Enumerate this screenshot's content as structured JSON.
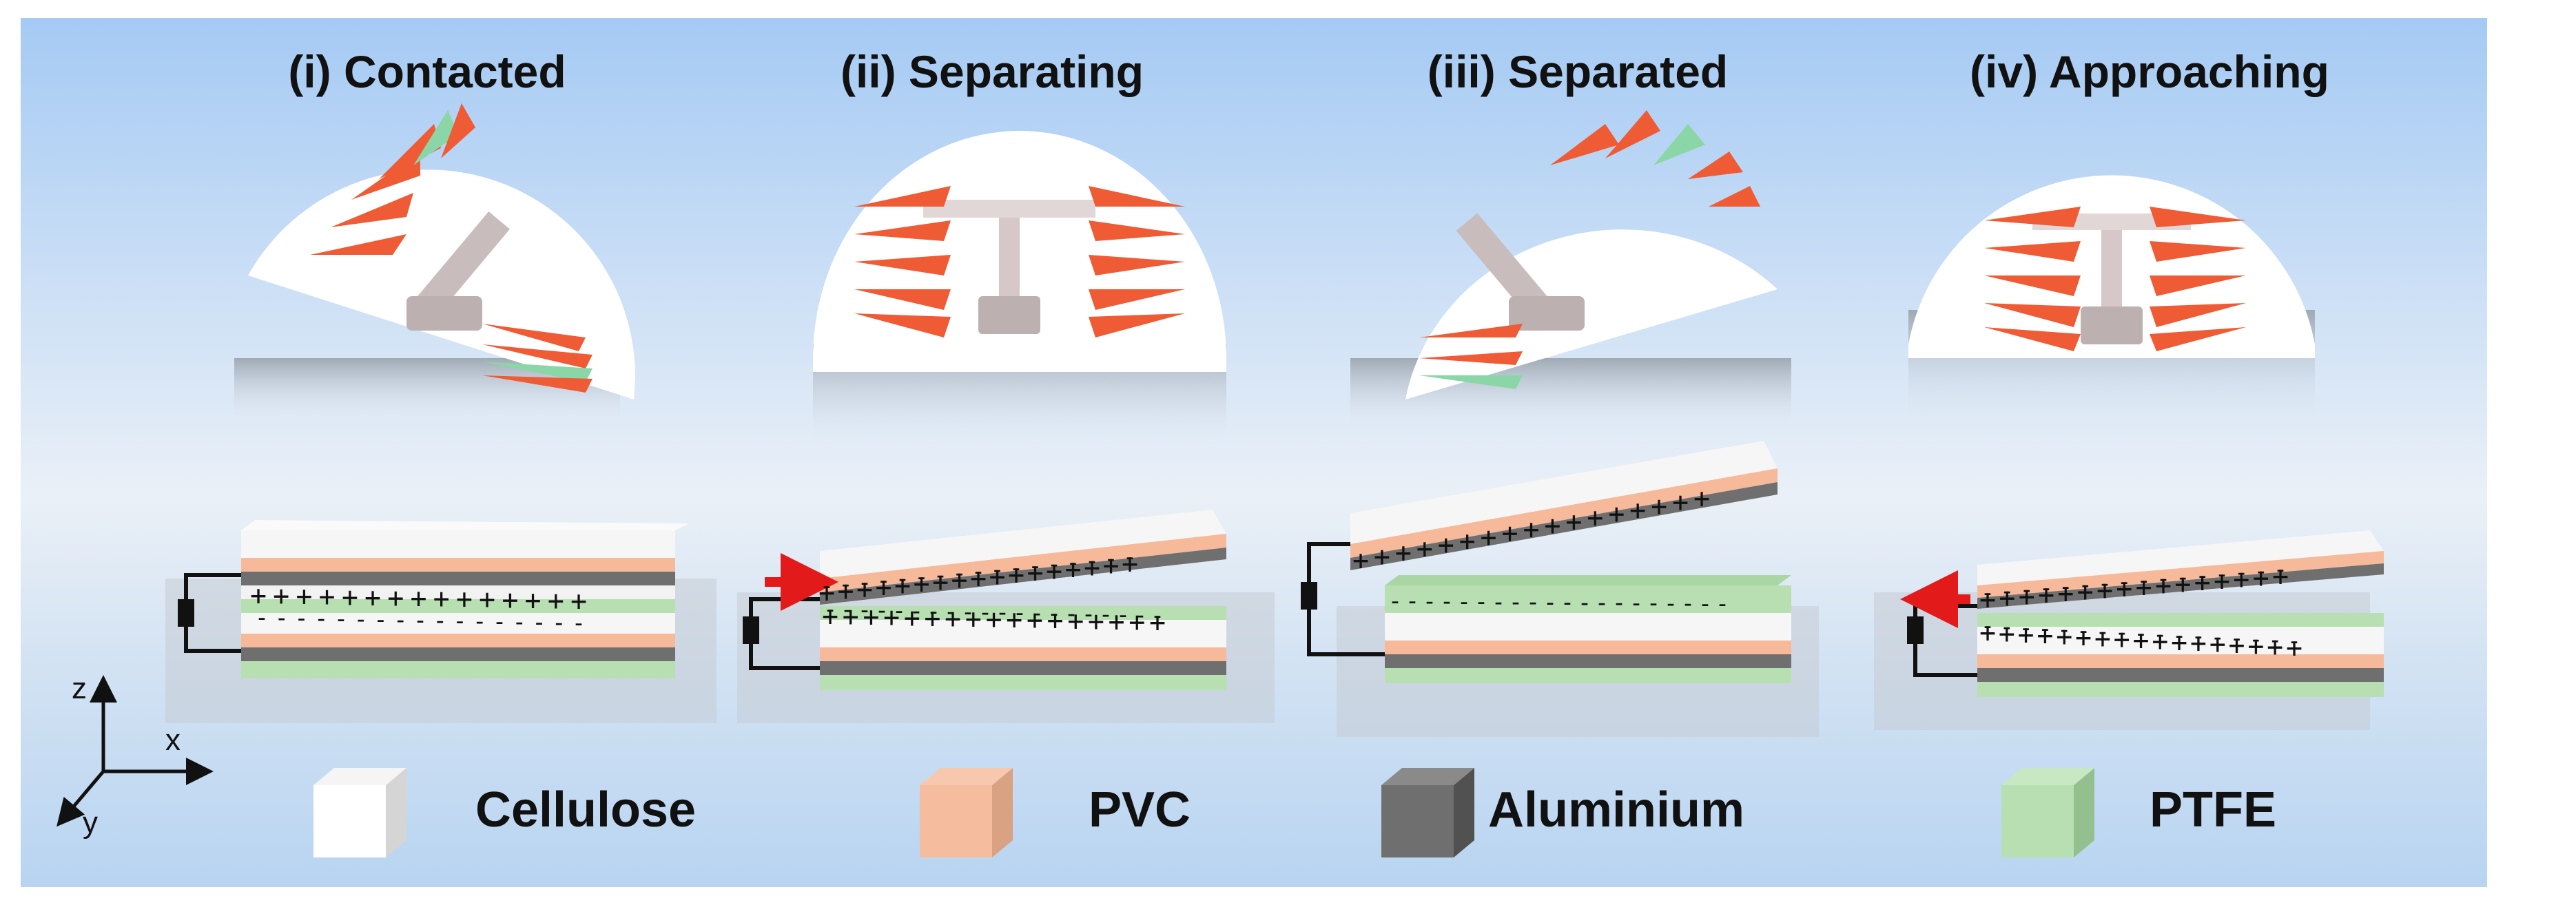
{
  "panels": [
    {
      "title": "(i)  Contacted"
    },
    {
      "title": "(ii)  Separating"
    },
    {
      "title": "(iii) Separated"
    },
    {
      "title": "(iv) Approaching"
    }
  ],
  "legend": [
    {
      "label": "Cellulose",
      "color": "#f6f6f6"
    },
    {
      "label": "PVC",
      "color": "#f6b99a"
    },
    {
      "label": "Aluminium",
      "color": "#777777"
    },
    {
      "label": "PTFE",
      "color": "#b7dfb2"
    }
  ],
  "axes": {
    "z": "z",
    "x": "x",
    "y": "y"
  },
  "charges": {
    "positive": "+",
    "negative": "-"
  },
  "colors": {
    "background_top": "#a9cdf5",
    "background_mid": "#e7eef7",
    "background_bottom": "#bed7f2",
    "orange_leaf": "#ef5b35",
    "green_leaf": "#8ad6a6",
    "arrow": "#e31a1a"
  }
}
